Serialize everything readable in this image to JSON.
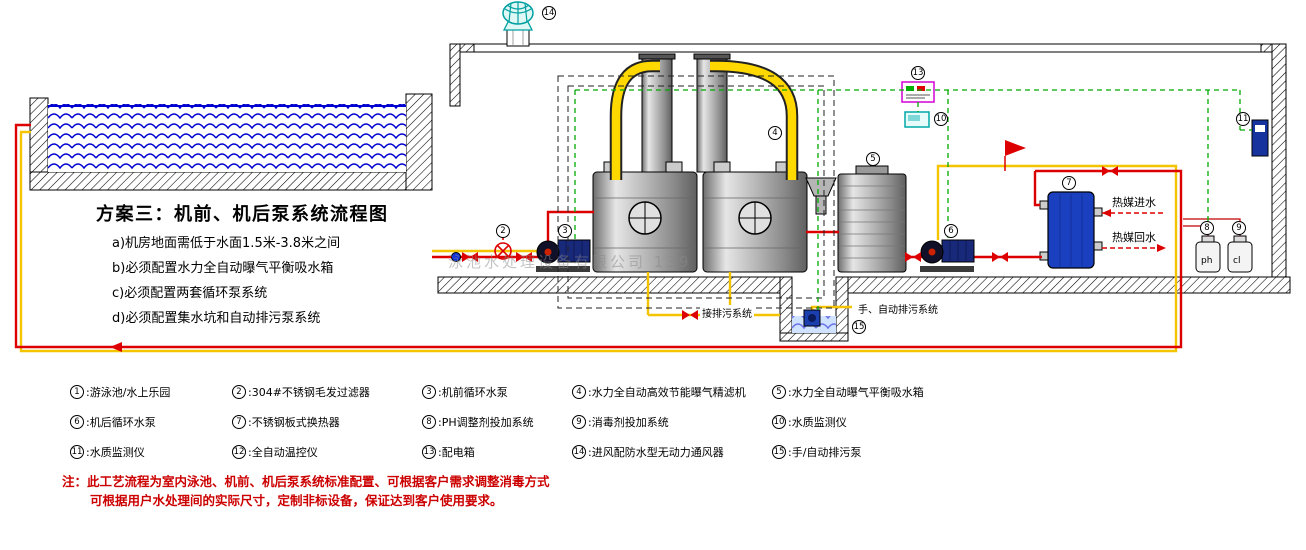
{
  "title": "方案三：机前、机后泵系统流程图",
  "notes": [
    "a)机房地面需低于水面1.5米-3.8米之间",
    "b)必须配置水力全自动曝气平衡吸水箱",
    "c)必须配置两套循环泵系统",
    "d)必须配置集水坑和自动排污泵系统"
  ],
  "labels": {
    "heat_in": "热媒进水",
    "heat_return": "热媒回水",
    "drain_connect": "接排污系统",
    "manual_auto_drain": "手、自动排污系统",
    "ph": "ph",
    "cl": "cl",
    "watermark": "泳池水处理设备有限公司 139"
  },
  "callouts": [
    "14",
    "4",
    "5",
    "7",
    "2",
    "3",
    "6",
    "13",
    "10",
    "8",
    "9",
    "11",
    "15"
  ],
  "legend": {
    "items": [
      {
        "num": "1",
        "label": ":游泳池/水上乐园"
      },
      {
        "num": "2",
        "label": ":304#不锈钢毛发过滤器"
      },
      {
        "num": "3",
        "label": ":机前循环水泵"
      },
      {
        "num": "4",
        "label": ":水力全自动高效节能曝气精滤机"
      },
      {
        "num": "5",
        "label": ":水力全自动曝气平衡吸水箱"
      },
      {
        "num": "6",
        "label": ":机后循环水泵"
      },
      {
        "num": "7",
        "label": ":不锈钢板式换热器"
      },
      {
        "num": "8",
        "label": ":PH调整剂投加系统"
      },
      {
        "num": "9",
        "label": ":消毒剂投加系统"
      },
      {
        "num": "10",
        "label": ":水质监测仪"
      },
      {
        "num": "11",
        "label": ":水质监测仪"
      },
      {
        "num": "12",
        "label": ":全自动温控仪"
      },
      {
        "num": "13",
        "label": ":配电箱"
      },
      {
        "num": "14",
        "label": ":进风配防水型无动力通风器"
      },
      {
        "num": "15",
        "label": ":手/自动排污泵"
      }
    ]
  },
  "footnote": {
    "line1": "注：此工艺流程为室内泳池、机前、机后泵系统标准配置、可根据客户需求调整消毒方式",
    "line2": "可根据用户水处理间的实际尺寸，定制非标设备，保证达到客户使用要求。"
  },
  "colors": {
    "pipe_red": "#dd0000",
    "pipe_yellow": "#f5c400",
    "air_pipe_yellow": "#ffd800",
    "water_blue": "#0000d0",
    "control_green": "#00aa00",
    "exchanger_blue": "#1a3fbf",
    "ventilator_cyan": "#00a0a0",
    "panel_magenta": "#d400d4",
    "note_red": "#cc0000"
  }
}
